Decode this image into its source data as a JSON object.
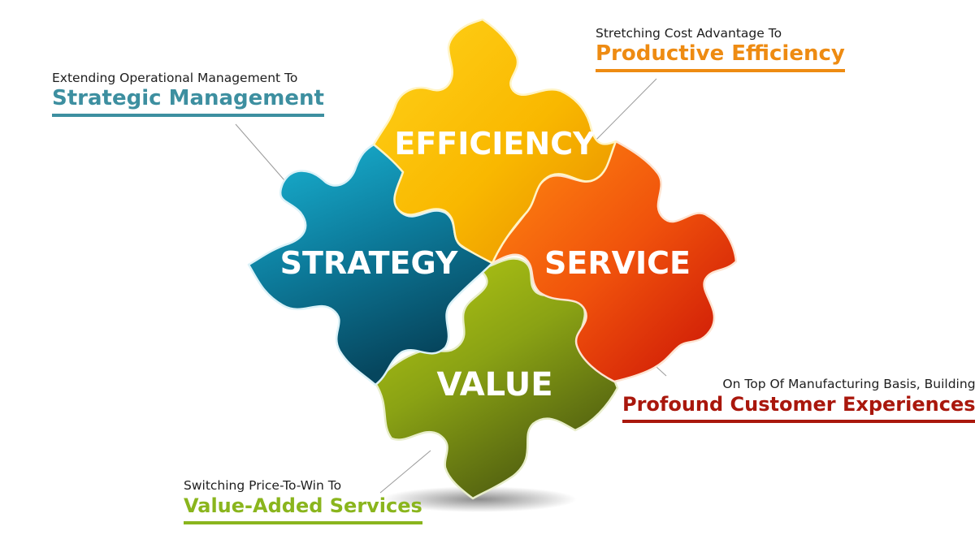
{
  "colors": {
    "efficiency": "#f6a800",
    "service": "#e8440c",
    "value": "#7d9a12",
    "strategy": "#0e7fa0",
    "strategic_heading": "#3d8fa0",
    "productive_heading": "#ee8b12",
    "customer_heading": "#a9170c",
    "value_heading": "#8ab51d"
  },
  "pieces": {
    "efficiency": "EFFICIENCY",
    "strategy": "STRATEGY",
    "service": "SERVICE",
    "value": "VALUE"
  },
  "callouts": {
    "strategic": {
      "subtitle": "Extending Operational Management To",
      "heading": "Strategic Management"
    },
    "productive": {
      "subtitle": "Stretching Cost Advantage To",
      "heading": "Productive Efficiency"
    },
    "customer": {
      "subtitle": "On Top Of Manufacturing Basis, Building",
      "heading": "Profound Customer Experiences"
    },
    "value": {
      "subtitle": "Switching Price-To-Win To",
      "heading": "Value-Added Services"
    }
  }
}
